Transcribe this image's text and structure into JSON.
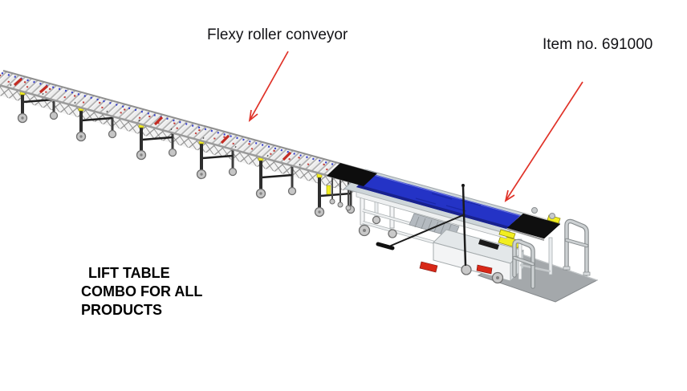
{
  "diagram": {
    "labels": {
      "flexy_conveyor": "Flexy roller conveyor",
      "item_number": "Item no. 691000",
      "lift_note_line1": "LIFT TABLE",
      "lift_note_line2": "COMBO FOR ALL",
      "lift_note_line3": "PRODUCTS"
    },
    "colors": {
      "annotation_red": "#e03228",
      "belt_blue": "#2433c6",
      "leg_yellow": "#f2ee20",
      "outfeed_black": "#0f0f0f",
      "platform_gray": "#a4a8ab",
      "roller_bed_gray": "#ececec",
      "frame_white": "#f3f4f5"
    }
  }
}
